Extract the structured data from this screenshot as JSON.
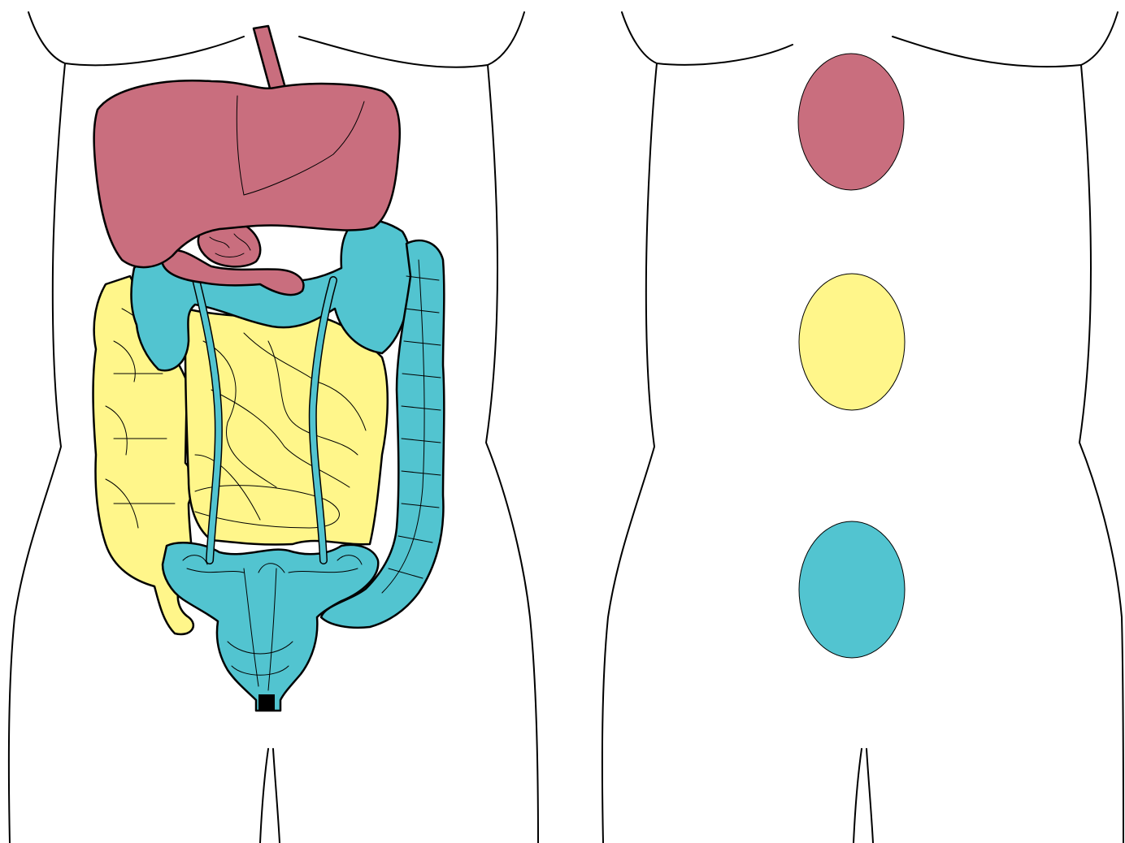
{
  "colors": {
    "background": "#ffffff",
    "outline": "#000000",
    "upper_region": "#c96e7e",
    "middle_region": "#fff68a",
    "lower_region": "#52c4d0"
  },
  "figures": {
    "left": {
      "name": "torso-with-organs"
    },
    "right": {
      "name": "torso-with-region-markers"
    }
  },
  "markers": [
    {
      "id": "upper",
      "color": "#c96e7e"
    },
    {
      "id": "middle",
      "color": "#fff68a"
    },
    {
      "id": "lower",
      "color": "#52c4d0"
    }
  ]
}
